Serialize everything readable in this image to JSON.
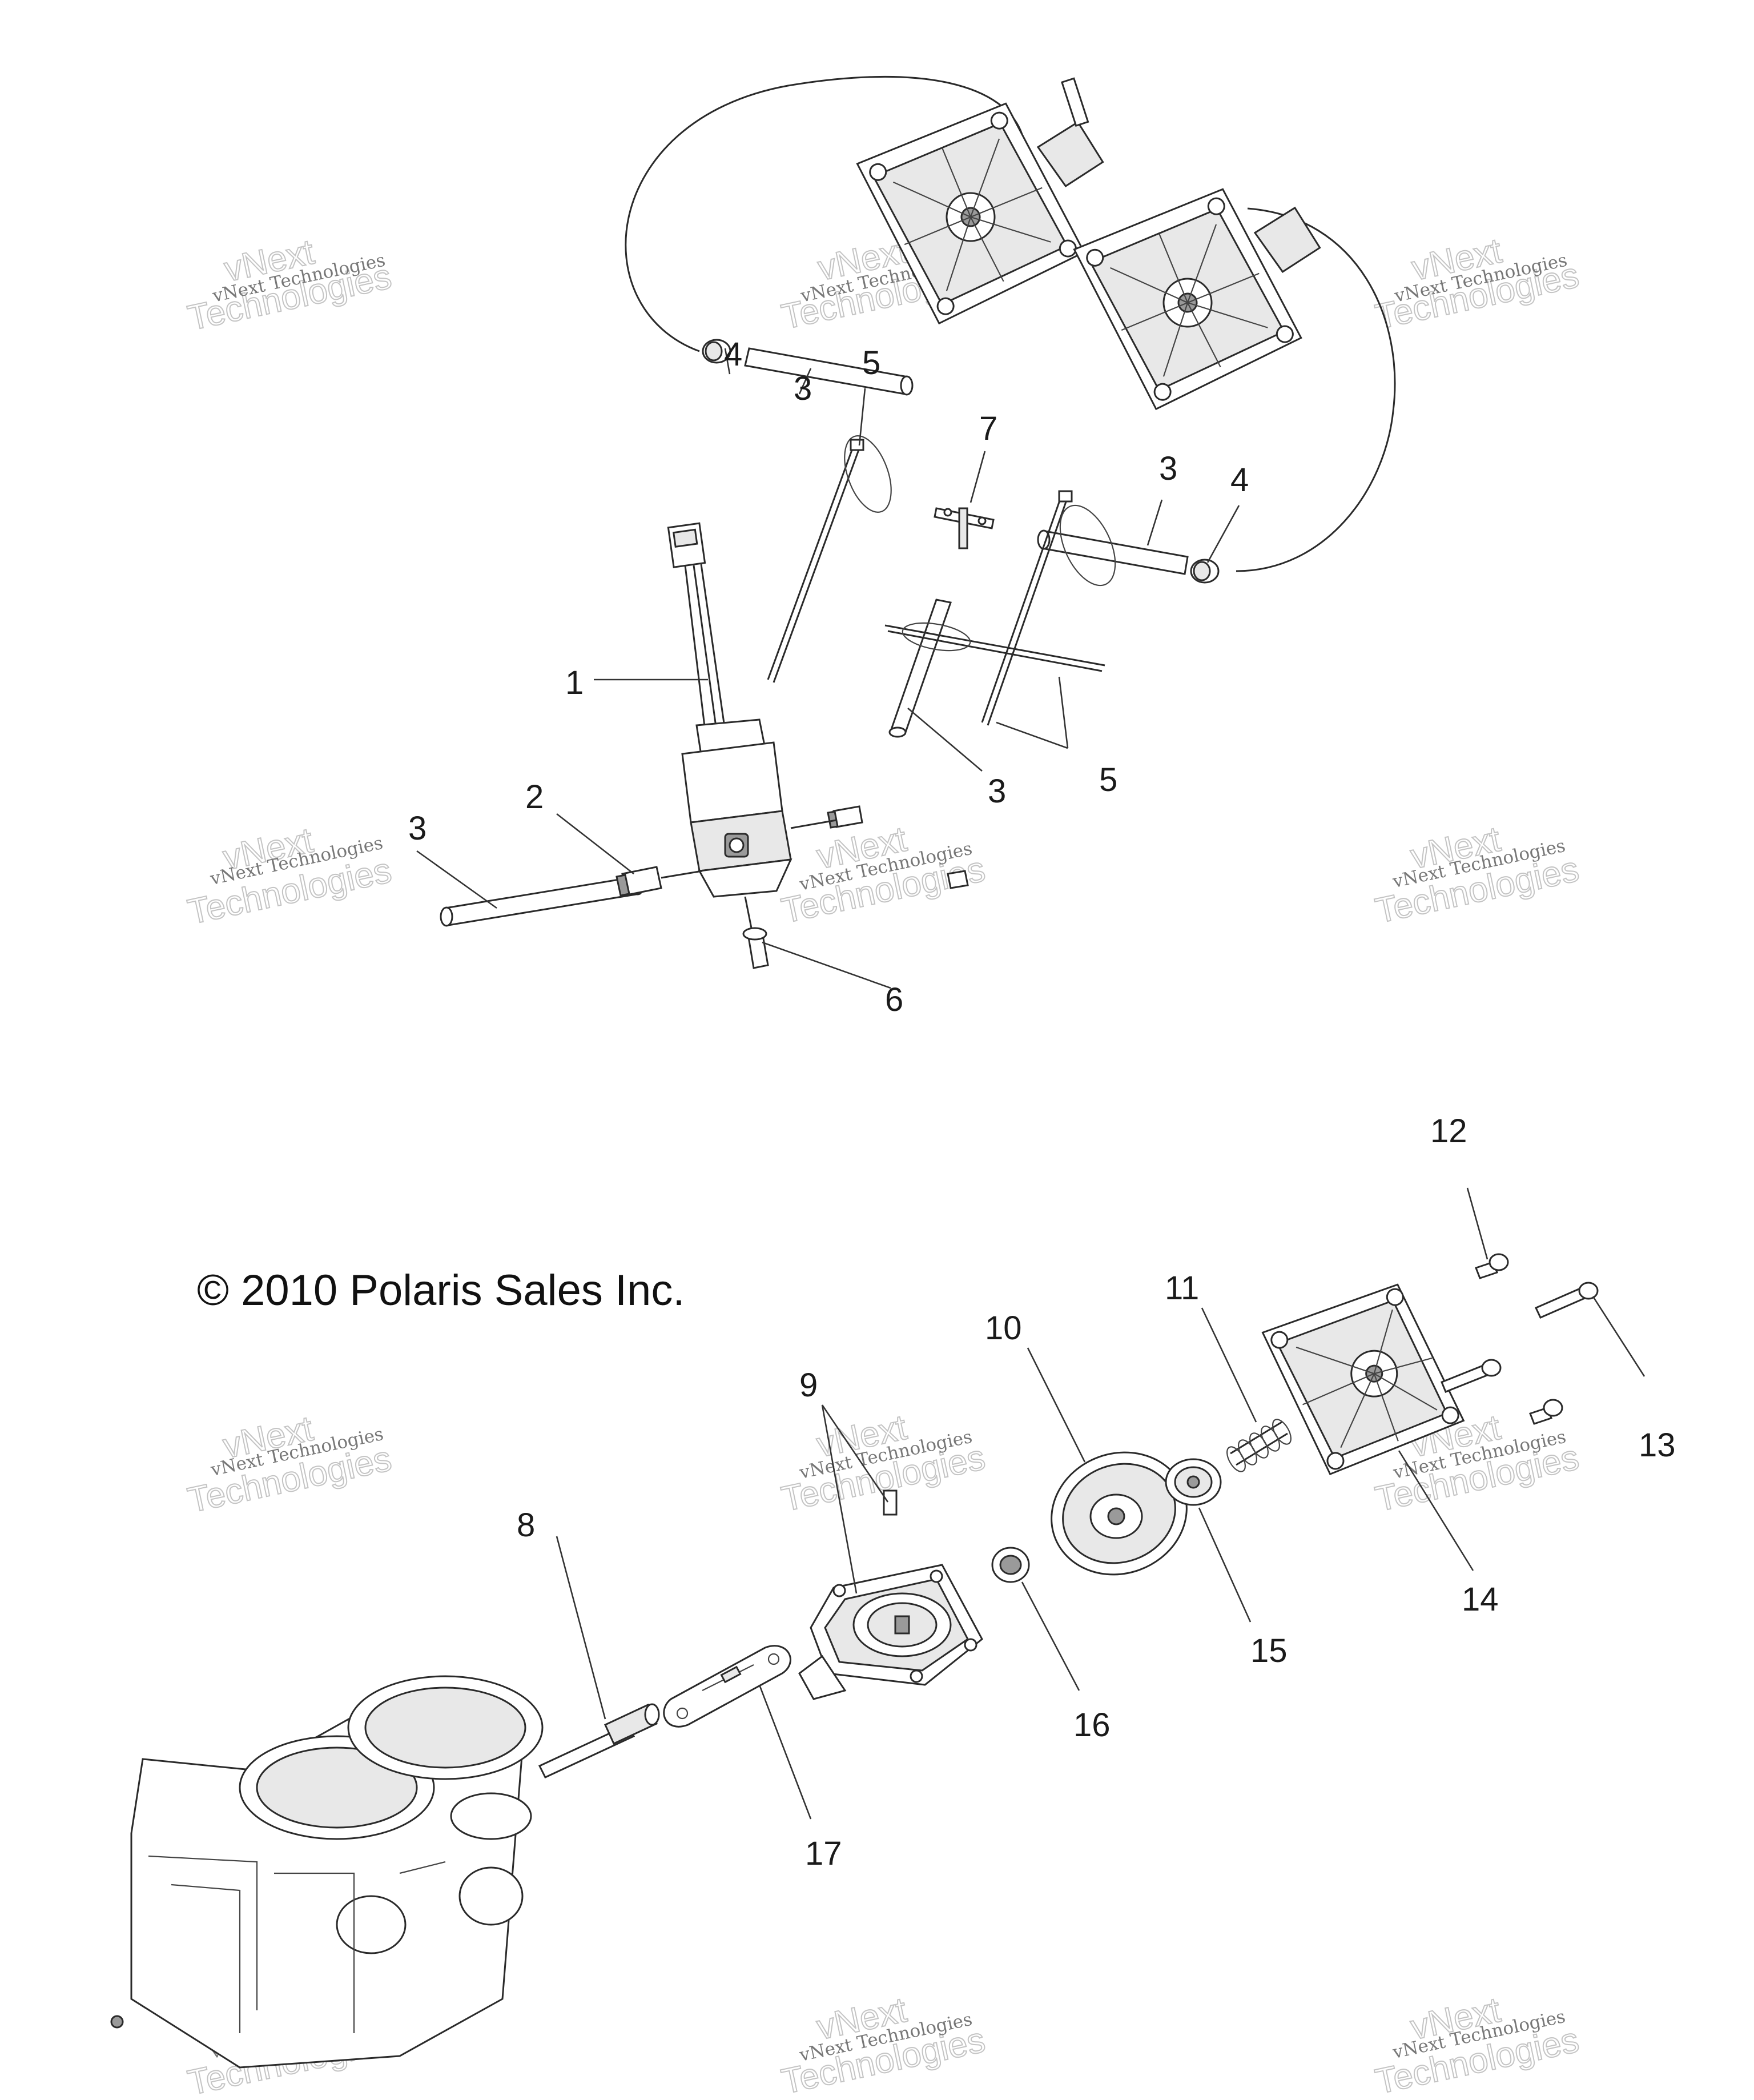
{
  "copyright": "© 2010 Polaris Sales Inc.",
  "watermark": {
    "small": "vNext Technologies",
    "big_line1": "vNext",
    "big_line2": "Technologies"
  },
  "callouts": {
    "c1": "1",
    "c2": "2",
    "c3a": "3",
    "c3b": "3",
    "c3c": "3",
    "c3d": "3",
    "c4a": "4",
    "c4b": "4",
    "c5a": "5",
    "c5b": "5",
    "c6": "6",
    "c7": "7",
    "c8": "8",
    "c9": "9",
    "c10": "10",
    "c11": "11",
    "c12": "12",
    "c13": "13",
    "c14": "14",
    "c15": "15",
    "c16": "16",
    "c17": "17"
  }
}
